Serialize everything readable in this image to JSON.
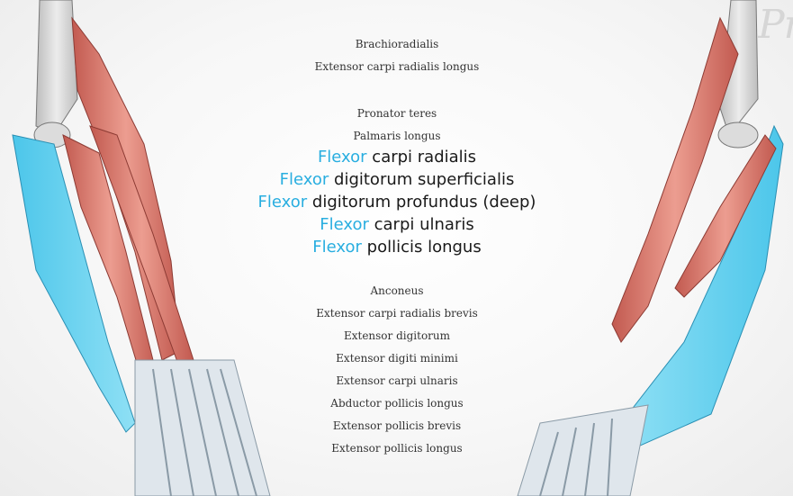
{
  "colors": {
    "accent": "#29aee0",
    "muscle": "#e59a8f",
    "muscle_dark": "#c0564d",
    "flexor_highlight": "#5fd0ee",
    "bone": "#d8d8d8",
    "tendon": "#c8d6e0"
  },
  "watermark": "Pr",
  "groups": {
    "lateral": [
      "Brachioradialis",
      "Extensor carpi radialis longus"
    ],
    "anterior_small": [
      "Pronator teres",
      "Palmaris longus"
    ],
    "flexors": [
      {
        "keyword": "Flexor",
        "rest": "carpi radialis"
      },
      {
        "keyword": "Flexor",
        "rest": "digitorum superficialis"
      },
      {
        "keyword": "Flexor",
        "rest": "digitorum profundus (deep)"
      },
      {
        "keyword": "Flexor",
        "rest": "carpi ulnaris"
      },
      {
        "keyword": "Flexor",
        "rest": "pollicis longus"
      }
    ],
    "posterior": [
      "Anconeus",
      "Extensor carpi radialis brevis",
      "Extensor digitorum",
      "Extensor digiti minimi",
      "Extensor carpi ulnaris",
      "Abductor pollicis longus",
      "Extensor pollicis brevis",
      "Extensor pollicis longus"
    ]
  }
}
